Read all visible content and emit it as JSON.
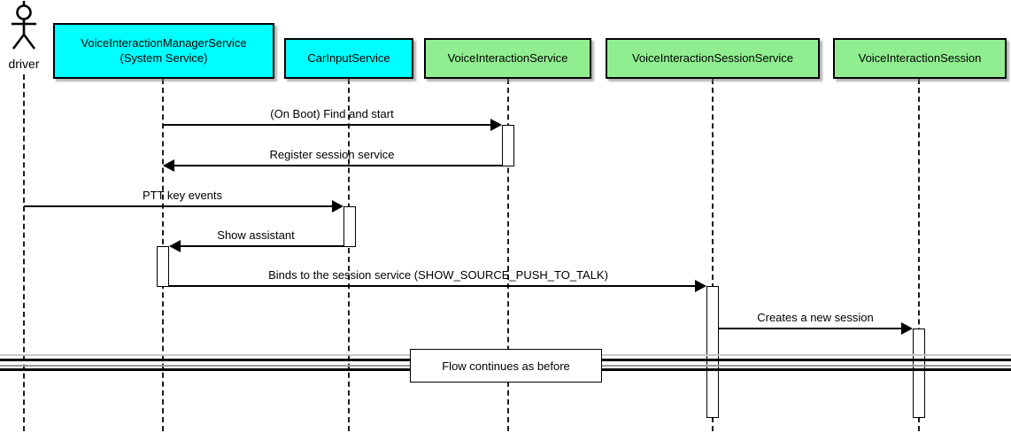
{
  "diagram_type": "uml-sequence-diagram",
  "colors": {
    "participant_cyan": "#00FFFF",
    "participant_green": "#90EE90",
    "border": "#000000",
    "background": "#FFFFFF"
  },
  "actor": {
    "label": "driver"
  },
  "participants": [
    {
      "label": "VoiceInteractionManagerService",
      "sublabel": "(System Service)",
      "color": "#00FFFF"
    },
    {
      "label": "CarInputService",
      "sublabel": "",
      "color": "#00FFFF"
    },
    {
      "label": "VoiceInteractionService",
      "sublabel": "",
      "color": "#90EE90"
    },
    {
      "label": "VoiceInteractionSessionService",
      "sublabel": "",
      "color": "#90EE90"
    },
    {
      "label": "VoiceInteractionSession",
      "sublabel": "",
      "color": "#90EE90"
    }
  ],
  "messages": [
    {
      "label": "(On Boot) Find and start",
      "from": "VoiceInteractionManagerService",
      "to": "VoiceInteractionService",
      "direction": "right"
    },
    {
      "label": "Register session service",
      "from": "VoiceInteractionService",
      "to": "VoiceInteractionManagerService",
      "direction": "left"
    },
    {
      "label": "PTT key events",
      "from": "driver",
      "to": "CarInputService",
      "direction": "right"
    },
    {
      "label": "Show assistant",
      "from": "CarInputService",
      "to": "VoiceInteractionManagerService",
      "direction": "left"
    },
    {
      "label": "Binds to the session service (SHOW_SOURCE_PUSH_TO_TALK)",
      "from": "VoiceInteractionManagerService",
      "to": "VoiceInteractionSessionService",
      "direction": "right"
    },
    {
      "label": "Creates a new session",
      "from": "VoiceInteractionSessionService",
      "to": "VoiceInteractionSession",
      "direction": "right"
    }
  ],
  "divider": {
    "label": "Flow continues as before"
  }
}
